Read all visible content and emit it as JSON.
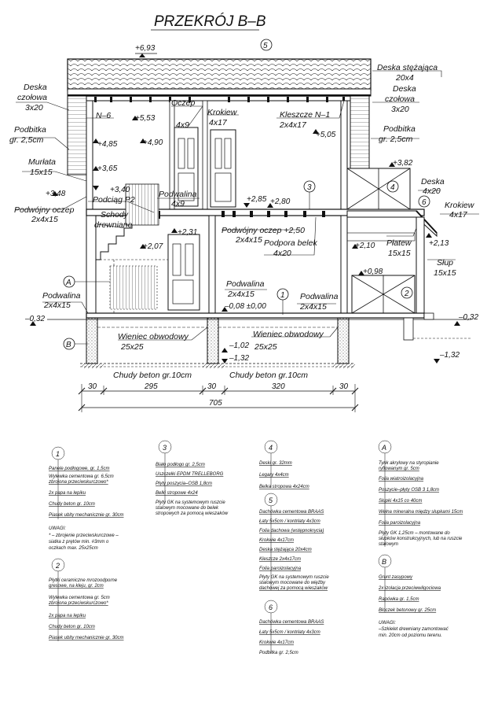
{
  "title": "PRZEKRÓJ B–B",
  "roof_top_level": "+6,93",
  "circles": {
    "c1": "1",
    "c2": "2",
    "c3": "3",
    "c4": "4",
    "c5": "5",
    "c6": "6",
    "cA": "A",
    "cB": "B"
  },
  "labels": {
    "deska_czolowa_l1": "Deska",
    "deska_czolowa_l2": "czołowa",
    "deska_czolowa_l3": "3x20",
    "podbitka_l1": "Podbitka",
    "podbitka_l2": "gr. 2,5cm",
    "murlata_l1": "Murłata",
    "murlata_l2": "15x15",
    "podwojny_oczep_l1": "Podwójny oczep",
    "podwojny_oczep_l2": "2x4x15",
    "n6": "N–6",
    "oczep_l1": "Oczep",
    "oczep_l2": "4x9",
    "krokiew_l1": "Krokiew",
    "krokiew_l2": "4x17",
    "kleszcze_l1": "Kleszcze N–1",
    "kleszcze_l2": "2x4x17",
    "deska_stezajaca_l1": "Deska stężająca",
    "deska_stezajaca_l2": "20x4",
    "deska_czolowa_r1": "Deska",
    "deska_czolowa_r2": "czołowa",
    "deska_czolowa_r3": "3x20",
    "podbitka_r1": "Podbitka",
    "podbitka_r2": "gr. 2,5cm",
    "deska_r1": "Deska",
    "deska_r2": "4x20",
    "krokiew_r1": "Krokiew",
    "krokiew_r2": "4x17",
    "podciag": "Podciąg P2",
    "schody_l1": "Schody",
    "schody_l2": "drewniane",
    "podwalina_top_l1": "Podwalina",
    "podwalina_top_l2": "4x9",
    "podwojny_oczep_c1": "Podwójny oczep +2,50",
    "podwojny_oczep_c2": "2x4x15",
    "podpora_l1": "Podpora belek",
    "podpora_l2": "4x20",
    "platew_l1": "Płatew",
    "platew_l2": "15x15",
    "slup_l1": "Słup",
    "slup_l2": "15x15",
    "podwalina_l1": "Podwalina",
    "podwalina_l2": "2x4x15",
    "podwalina_c1": "Podwalina",
    "podwalina_c2": "2x4x15",
    "podwalina_r1": "Podwalina",
    "podwalina_r2": "2x4x15",
    "wieniec_l1": "Wieniec obwodowy",
    "wieniec_l2": "25x25",
    "wieniec_r1": "Wieniec obwodowy",
    "wieniec_r2": "25x25",
    "chudy_l": "Chudy beton gr.10cm",
    "chudy_r": "Chudy beton gr.10cm"
  },
  "levels": {
    "l553": "+5,53",
    "l485": "+4,85",
    "l490": "+4,90",
    "l505": "+5,05",
    "l365": "+3,65",
    "l348": "+3,48",
    "l340": "+3,40",
    "l382": "+3,82",
    "l285": "+2,85",
    "l280": "+2,80",
    "l231": "+2,31",
    "l207": "+2,07",
    "l210": "+2,10",
    "l213": "+2,13",
    "l098": "+0,98",
    "lm008": "–0,08 ±0,00",
    "lm032l": "–0,32",
    "lm032r": "–0,32",
    "l102": "–1,02",
    "l132": "–1,32",
    "l132r": "–1,32"
  },
  "dims": {
    "d30a": "30",
    "d295": "295",
    "d30b": "30",
    "d320": "320",
    "d30c": "30",
    "d705": "705"
  },
  "legend": {
    "s1": {
      "rows": [
        "Panele podłogowe, gr. 1,5cm",
        "Wylewka cementowa gr. 6,5cm",
        "zbrojona przeciwskurczowo*",
        "2x papa na lepiku",
        "Chudy beton gr. 10cm",
        "Piasek ubity mechanicznie gr. 30cm"
      ],
      "note": [
        "UWAGI:",
        "* – zbrojenie przeciwskurczowe –",
        "siatka z prętów min. #3mm o",
        "oczkach max. 25x25cm"
      ]
    },
    "s2": {
      "rows": [
        "Płytki ceramiczne mrozoodporne",
        "gresowe, na kleju, gr. 2cm",
        "Wylewka cementowa gr. 5cm",
        "zbrojona przeciwskurczowo*",
        "2x papa na lepiku",
        "Chudy beton gr. 10cm",
        "Piasek ubity mechanicznie gr. 30cm"
      ]
    },
    "s3": {
      "rows": [
        "Biało podłogo gr. 2,5cm",
        "Uszczelki EPDM TRELLEBORG",
        "Płyty poszycia–OSB 1,8cm",
        "Belki stropowe 4x24",
        "Płyty GK na systemowym ruszcie",
        "stalowym mocowane do belek",
        "stropowych za pomocą wieszaków"
      ]
    },
    "s4": {
      "rows": [
        "Deski gr. 32mm",
        "Legary 4x4cm",
        "Belka stropowa 4x24cm"
      ]
    },
    "s5": {
      "rows": [
        "Dachówka cementowa BRAAS",
        "Łaty 5x5cm / kontrłaty 4x3cm",
        "Folia dachowa (wstępnokrycia)",
        "Krokwie 4x17cm",
        "Deska stężająca 20x4cm",
        "Kleszcze 2x4x17cm",
        "Folia paroizolacyjna",
        "Płyty GK na systemowym ruszcie",
        "stalowym mocowane do więźby",
        "dachowej za pomocą wieszaków"
      ]
    },
    "s6": {
      "rows": [
        "Dachówka cementowa BRAAS",
        "Łaty 5x5cm / kontrłaty 4x3cm",
        "Krokwie 4x17cm",
        "Podbitka gr. 2,5cm"
      ]
    },
    "sA": {
      "rows": [
        "Tynk akrylowy na styropianie",
        "ryflowanym gr. 5cm",
        "Folia wiatroizolacyjna",
        "Poszycie–płyty OSB 3 1,8cm",
        "Słupki 4x15 co 40cm",
        "Wełna mineralna między słupkami 15cm",
        "Folia paroizolacyjna",
        "Płyty GK 1,25cm – montowane do",
        "słupków konstrukcyjnych, lub na ruszcie",
        "stalowym"
      ]
    },
    "sB": {
      "rows": [
        "Grunt zasypowy",
        "2x izolacja przeciwwilgociowa",
        "Rapówka gr. 1,5cm",
        "Bloczek betonowy gr. 25cm"
      ],
      "note": [
        "UWAGI:",
        "–Szkielet drewniany zamontować",
        "min. 20cm od poziomu terenu."
      ]
    }
  }
}
